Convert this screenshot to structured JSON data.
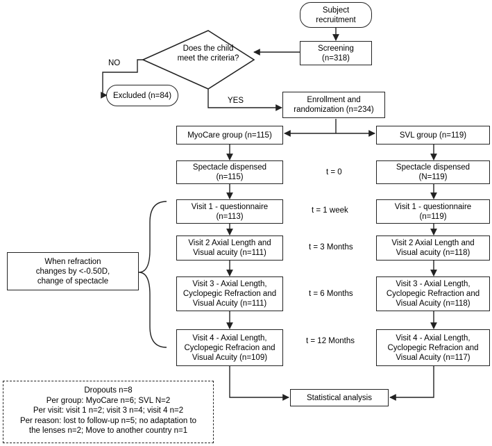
{
  "start": "Subject\nrecruitment",
  "screening": "Screening\n(n=318)",
  "decision": "Does the child\nmeet the criteria?",
  "labels": {
    "no": "NO",
    "yes": "YES"
  },
  "excluded": "Excluded (n=84)",
  "enrollment": "Enrollment and\nrandomization (n=234)",
  "groups": [
    {
      "name": "MyoCare group (n=115)",
      "steps": [
        "Spectacle dispensed\n(n=115)",
        "Visit 1 - questionnaire\n(n=113)",
        "Visit 2 Axial Length and\nVisual acuity (n=111)",
        "Visit 3 - Axial Length,\nCyclopegic Refraction and\nVisual Acuity (n=111)",
        "Visit 4 - Axial Length,\nCyclopegic Refracion and\nVisual Acuity (n=109)"
      ]
    },
    {
      "name": "SVL group (n=119)",
      "steps": [
        "Spectacle dispensed\n(N=119)",
        "Visit 1 - questionnaire\n(n=119)",
        "Visit 2 Axial Length and\nVisual acuity (n=118)",
        "Visit 3 - Axial Length,\nCyclopegic Refraction and\nVisual Acuity (n=118)",
        "Visit 4 - Axial Length,\nCyclopegic Refracion and\nVisual Acuity (n=117)"
      ]
    }
  ],
  "timepoints": [
    "t = 0",
    "t = 1 week",
    "t = 3 Months",
    "t = 6 Months",
    "t = 12 Months"
  ],
  "side_note": "When refraction\nchanges by <-0.50D,\nchange of spectacle",
  "analysis": "Statistical analysis",
  "dropouts": [
    "Dropouts n=8",
    "Per group: MyoCare n=6; SVL N=2",
    "Per visit: visit 1 n=2; visit 3 n=4; visit 4 n=2",
    "Per reason: lost to follow-up n=5; no adaptation to",
    "the lenses n=2; Move to another country n=1"
  ]
}
